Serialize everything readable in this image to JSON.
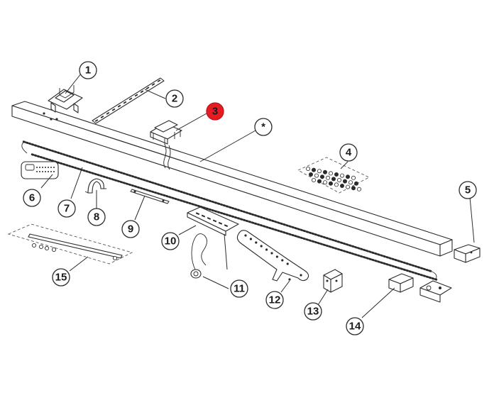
{
  "callouts": [
    {
      "id": "1",
      "label": "1"
    },
    {
      "id": "2",
      "label": "2"
    },
    {
      "id": "3",
      "label": "3",
      "highlighted": true
    },
    {
      "id": "star",
      "label": "*"
    },
    {
      "id": "4",
      "label": "4"
    },
    {
      "id": "5",
      "label": "5"
    },
    {
      "id": "6",
      "label": "6"
    },
    {
      "id": "7",
      "label": "7"
    },
    {
      "id": "8",
      "label": "8"
    },
    {
      "id": "9",
      "label": "9"
    },
    {
      "id": "10",
      "label": "10"
    },
    {
      "id": "11",
      "label": "11"
    },
    {
      "id": "12",
      "label": "12"
    },
    {
      "id": "13",
      "label": "13"
    },
    {
      "id": "14",
      "label": "14"
    },
    {
      "id": "15",
      "label": "15"
    }
  ],
  "colors": {
    "highlight": "#e41b23",
    "line": "#2b2b2b",
    "background": "#ffffff"
  }
}
